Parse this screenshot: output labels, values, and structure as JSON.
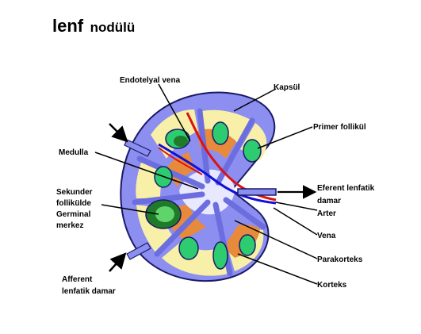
{
  "title": {
    "main": "lenf",
    "sub": "nodülü"
  },
  "labels": {
    "endothelial_vein": "Endotelyal vena",
    "capsule": "Kapsül",
    "primary_follicle": "Primer follikül",
    "medulla": "Medulla",
    "efferent_line1": "Eferent lenfatik",
    "efferent_line2": "damar",
    "artery": "Arter",
    "vein": "Vena",
    "secondary_line1": "Sekunder",
    "secondary_line2": "follikülde",
    "secondary_line3": "Germinal",
    "secondary_line4": "merkez",
    "paracortex": "Parakorteks",
    "cortex": "Korteks",
    "afferent_line1": "Afferent",
    "afferent_line2": "lenfatik damar"
  },
  "colors": {
    "capsule": "#8c8ef0",
    "capsule_stroke": "#1a1a66",
    "cortex": "#f8f0a8",
    "paracortex": "#e88a3c",
    "follicle": "#2ecc71",
    "germinal_outer": "#1f7a2a",
    "germinal_inner": "#5fd46a",
    "artery": "#e01010",
    "vein": "#1010d8",
    "medulla": "#ffffff"
  }
}
